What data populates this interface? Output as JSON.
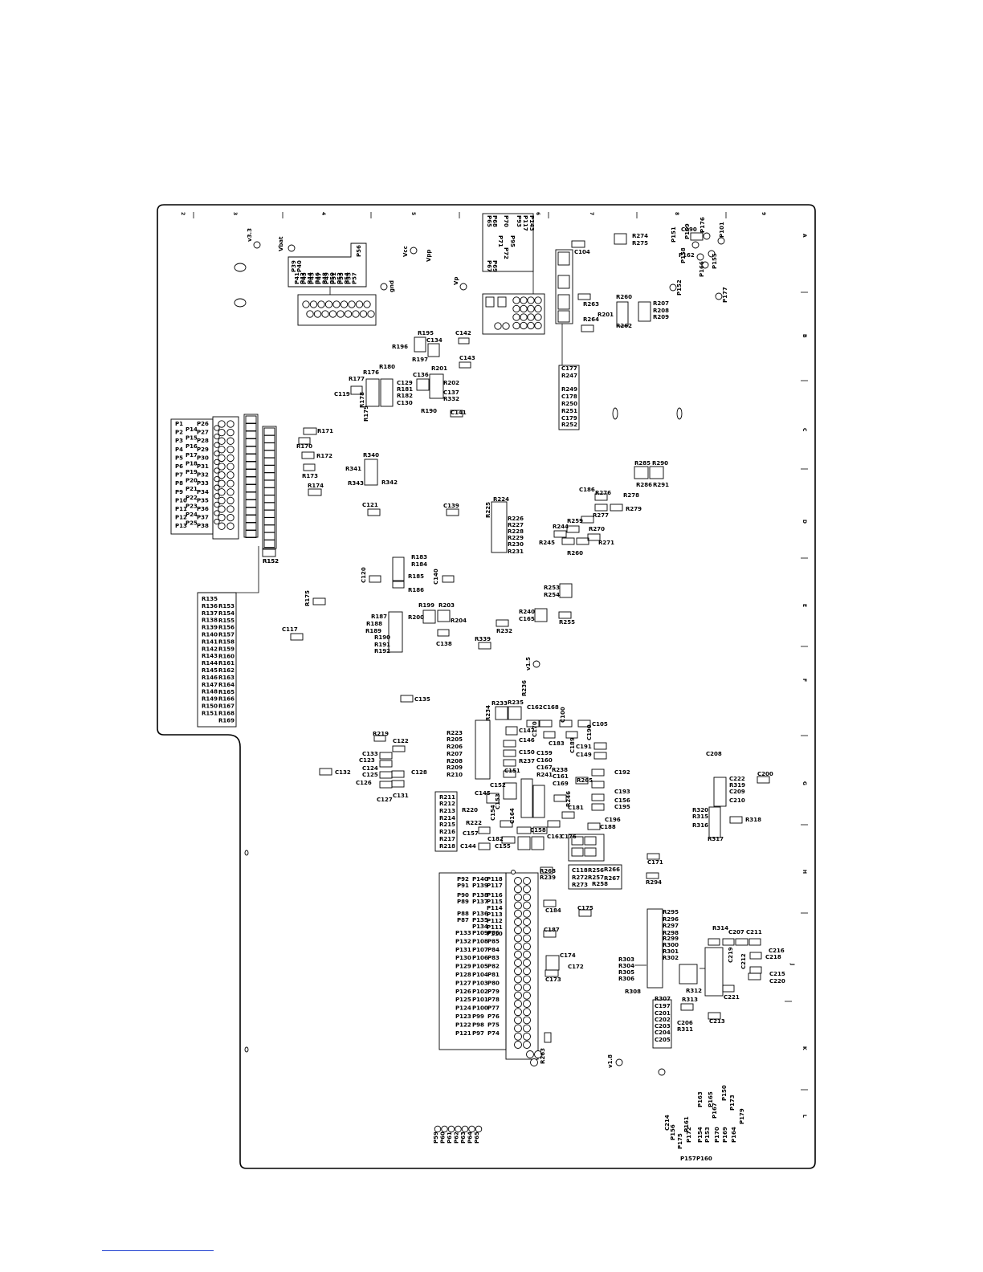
{
  "board": {
    "column_markers": [
      "2",
      "3",
      "4",
      "5",
      "6",
      "7",
      "8",
      "9"
    ],
    "row_markers": [
      "A",
      "B",
      "C",
      "D",
      "E",
      "F",
      "G",
      "H",
      "J",
      "K",
      "L"
    ]
  },
  "connector_left": {
    "col1": [
      "P1",
      "P2",
      "P3",
      "P4",
      "P5",
      "P6",
      "P7",
      "P8",
      "P9",
      "P10",
      "P11",
      "P12",
      "P13"
    ],
    "col2": [
      "P14",
      "P15",
      "P16",
      "P17",
      "P18",
      "P19",
      "P20",
      "P21",
      "P22",
      "P23",
      "P24",
      "P25"
    ],
    "col3": [
      "P26",
      "P27",
      "P28",
      "P29",
      "P30",
      "P31",
      "P32",
      "P33",
      "P34",
      "P35",
      "P36",
      "P37",
      "P38"
    ]
  },
  "resistor_list_left": {
    "col1": [
      "R135",
      "R136",
      "R137",
      "R138",
      "R139",
      "R140",
      "R141",
      "R142",
      "R143",
      "R144",
      "R145",
      "R146",
      "R147",
      "R148",
      "R149",
      "R150",
      "R151"
    ],
    "col2": [
      "R153",
      "R154",
      "R155",
      "R156",
      "R157",
      "R158",
      "R159",
      "R160",
      "R161",
      "R162",
      "R163",
      "R164",
      "R165",
      "R166",
      "R167",
      "R168",
      "R169"
    ]
  },
  "connector_top_rows": [
    [
      "P39",
      "P40",
      "P56"
    ],
    [
      "P41",
      "P43",
      "P45",
      "P47",
      "P49",
      "P51",
      "P53",
      "P55"
    ],
    [
      "P42",
      "P44",
      "P46",
      "P48",
      "P50",
      "P52",
      "P54",
      "P57"
    ]
  ],
  "connector_bottom_labels": {
    "a": [
      "P92",
      "P91",
      "P90",
      "P89",
      "P88",
      "P87"
    ],
    "b": [
      "P140",
      "P139",
      "P138",
      "P137",
      "P136",
      "P135",
      "P134"
    ],
    "c": [
      "P118",
      "P117",
      "P116",
      "P115",
      "P114",
      "P113",
      "P112",
      "P111",
      "P110"
    ],
    "d": [
      "P133",
      "P132",
      "P131",
      "P130",
      "P129",
      "P128",
      "P127",
      "P126",
      "P125",
      "P124",
      "P123",
      "P122",
      "P121"
    ],
    "e": [
      "P109",
      "P108",
      "P107",
      "P106",
      "P105",
      "P104",
      "P103",
      "P102",
      "P101",
      "P100",
      "P99",
      "P98",
      "P97"
    ],
    "f": [
      "P86",
      "P85",
      "P84",
      "P83",
      "P82",
      "P81",
      "P80",
      "P79",
      "P78",
      "P77",
      "P76",
      "P75",
      "P74"
    ]
  },
  "bottom_header": [
    "P59",
    "P60",
    "P61",
    "P62",
    "P63",
    "P64",
    "P65"
  ],
  "test_points": {
    "v33": "v3.3",
    "vbat": "Vbat",
    "vcc": "Vcc",
    "vpp": "Vpp",
    "vp": "Vp",
    "gnd": "gnd",
    "v15": "v1.5",
    "v18": "v1.8"
  },
  "labels": [
    "R195",
    "C134",
    "R196",
    "R197",
    "C142",
    "C143",
    "R180",
    "R176",
    "R177",
    "C119",
    "R178",
    "R179",
    "C129",
    "R181",
    "R182",
    "C130",
    "C136",
    "R201",
    "R202",
    "C137",
    "R332",
    "R190",
    "C141",
    "R171",
    "R170",
    "R172",
    "R173",
    "R174",
    "R340",
    "R341",
    "R342",
    "R343",
    "C121",
    "C139",
    "R152",
    "C104",
    "R274",
    "R275",
    "C190",
    "P151",
    "P159",
    "P176",
    "P101",
    "P162",
    "P158",
    "P155",
    "P166",
    "P152",
    "P177",
    "R263",
    "R264",
    "R201",
    "R260",
    "R262",
    "R207",
    "R208",
    "R209",
    "C177",
    "R247",
    "R249",
    "C178",
    "R250",
    "R251",
    "C179",
    "R252",
    "R285",
    "R290",
    "R286",
    "R291",
    "C186",
    "R276",
    "R278",
    "R277",
    "R279",
    "R259",
    "R270",
    "R244",
    "R245",
    "R260",
    "R271",
    "R224",
    "R225",
    "R226",
    "R227",
    "R228",
    "R229",
    "R230",
    "R231",
    "R183",
    "R184",
    "R185",
    "R186",
    "C120",
    "C140",
    "R175",
    "C117",
    "R187",
    "R188",
    "R189",
    "R190",
    "R191",
    "R192",
    "R199",
    "R203",
    "R200",
    "R204",
    "C138",
    "R339",
    "R232",
    "R240",
    "C165",
    "R255",
    "R253",
    "R254",
    "C135",
    "R233",
    "R235",
    "R236",
    "R234",
    "C162",
    "C168",
    "C100",
    "C105",
    "C147",
    "C146",
    "C170",
    "C183",
    "C189",
    "C190",
    "C191",
    "C149",
    "C150",
    "R237",
    "C159",
    "C160",
    "C167",
    "R238",
    "R241",
    "C161",
    "C169",
    "C151",
    "C152",
    "R265",
    "C192",
    "C193",
    "C156",
    "C195",
    "C196",
    "C188",
    "R246",
    "C181",
    "C153",
    "C154",
    "C164",
    "C158",
    "C163",
    "C176",
    "C182",
    "C155",
    "C157",
    "C144",
    "C145",
    "R220",
    "R222",
    "R223",
    "R205",
    "R206",
    "R207",
    "R208",
    "R209",
    "R210",
    "R211",
    "R212",
    "R213",
    "R214",
    "R215",
    "R216",
    "R217",
    "R218",
    "R219",
    "C122",
    "C133",
    "C123",
    "C124",
    "C125",
    "C126",
    "C127",
    "C128",
    "C131",
    "C132",
    "C118",
    "R256",
    "R266",
    "R272",
    "R257",
    "R267",
    "R273",
    "R258",
    "R268",
    "R239",
    "C184",
    "C175",
    "C187",
    "C174",
    "C172",
    "C173",
    "R263",
    "C171",
    "R294",
    "R295",
    "R296",
    "R297",
    "R298",
    "R299",
    "R300",
    "R301",
    "R302",
    "R303",
    "R304",
    "R305",
    "R306",
    "R307",
    "R308",
    "C197",
    "C201",
    "C202",
    "C203",
    "C204",
    "C205",
    "C206",
    "R311",
    "R312",
    "R313",
    "R314",
    "C207",
    "C211",
    "C216",
    "C218",
    "C219",
    "C212",
    "C215",
    "C220",
    "C221",
    "C213",
    "C208",
    "C200",
    "C222",
    "R319",
    "C209",
    "C210",
    "R320",
    "R315",
    "R316",
    "R317",
    "R318",
    "C214",
    "P156",
    "P161",
    "P163",
    "P165",
    "P150",
    "P173",
    "P179",
    "P167",
    "P175",
    "P172",
    "P154",
    "P153",
    "P170",
    "P169",
    "P164",
    "P157",
    "P160",
    "P168",
    "P155",
    "P163"
  ]
}
